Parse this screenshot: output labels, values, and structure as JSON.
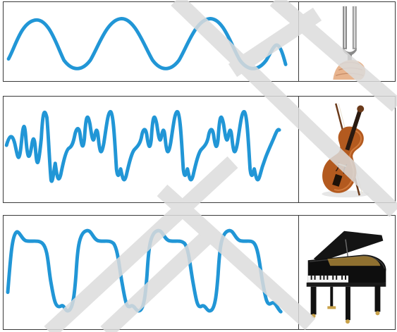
{
  "rows": [
    {
      "instrument": "tuning-fork",
      "waveform": "pure-sine"
    },
    {
      "instrument": "violin",
      "waveform": "complex"
    },
    {
      "instrument": "grand-piano",
      "waveform": "square-like"
    }
  ],
  "colors": {
    "wave": "#2196d6",
    "border": "#3a3a3a",
    "watermark": "#dcdcdc"
  },
  "watermark_text": "CERT"
}
